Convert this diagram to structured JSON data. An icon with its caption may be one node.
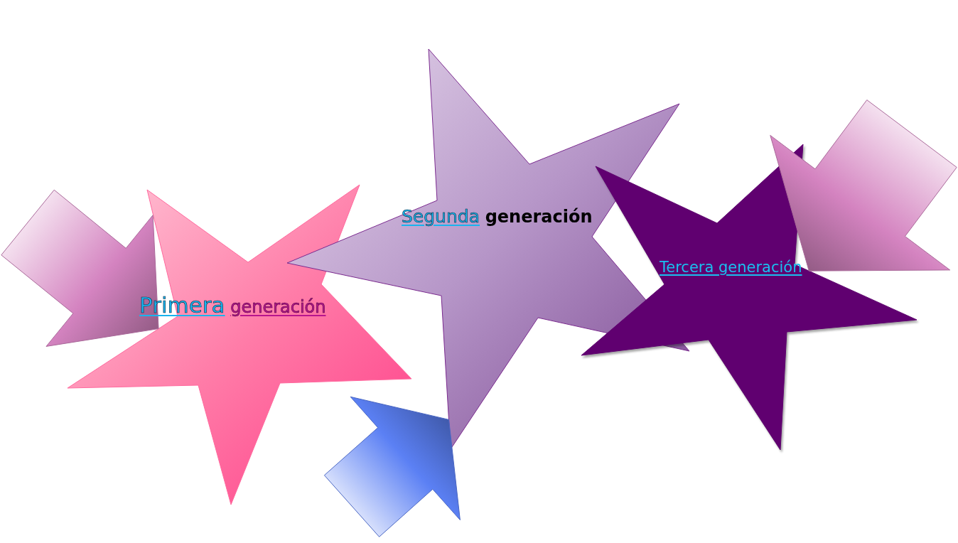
{
  "diagram": {
    "nodes": [
      {
        "text": [
          "Primera generación"
        ]
      },
      {
        "text": [
          "Segunda generación"
        ]
      },
      {
        "text": [
          "Tercera generación"
        ]
      }
    ],
    "edges": [
      {
        "from": null,
        "to": 0,
        "arrow": "to"
      },
      {
        "from": null,
        "to": 1,
        "arrow": "to",
        "color": "#5b80f4"
      },
      {
        "from": null,
        "to": 2,
        "arrow": "to"
      }
    ]
  }
}
